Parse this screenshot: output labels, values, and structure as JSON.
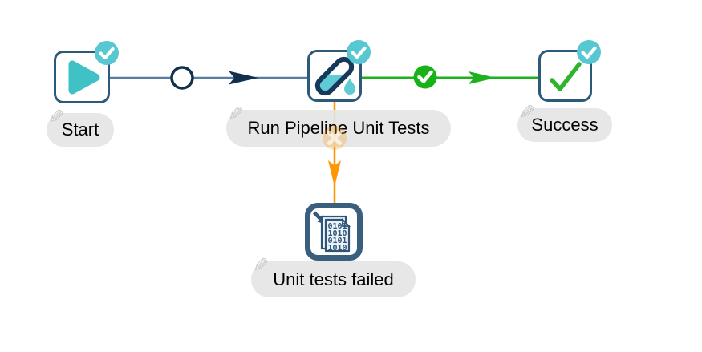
{
  "app": {
    "view": "workflow-canvas"
  },
  "workflow": {
    "nodes": [
      {
        "id": "start",
        "label": "Start",
        "icon": "play-icon",
        "status": "checked"
      },
      {
        "id": "run-pipeline-unit-tests",
        "label": "Run Pipeline Unit Tests",
        "icon": "test-tube-icon",
        "status": "checked"
      },
      {
        "id": "success",
        "label": "Success",
        "icon": "check-icon",
        "status": "checked"
      },
      {
        "id": "unit-tests-failed",
        "label": "Unit tests failed",
        "icon": "binary-file-icon",
        "binary_rows": [
          "0101",
          "1010",
          "0101",
          "1010"
        ]
      }
    ],
    "hops": [
      {
        "from": "Start",
        "to": "Run Pipeline Unit Tests",
        "type": "unconditional",
        "color": "#587d9e"
      },
      {
        "from": "Run Pipeline Unit Tests",
        "to": "Success",
        "type": "on-success",
        "color": "#1db21d"
      },
      {
        "from": "Run Pipeline Unit Tests",
        "to": "Unit tests failed",
        "type": "on-failure",
        "color": "#ff9800"
      }
    ]
  },
  "colors": {
    "node_border": "#2d5a78",
    "abort_node_border": "#3a5f7e",
    "teal_icon": "#3fc1c6",
    "teal_badge": "#57c7d1",
    "tube_liquid": "#5fccd5",
    "hop_unconditional": "#587d9e",
    "hop_arrow_dark": "#10304d",
    "hop_success_green": "#1db21d",
    "hop_failure_orange": "#ff9800",
    "success_check_green": "#2db52d",
    "label_pill_bg": "#e3e3e3"
  }
}
